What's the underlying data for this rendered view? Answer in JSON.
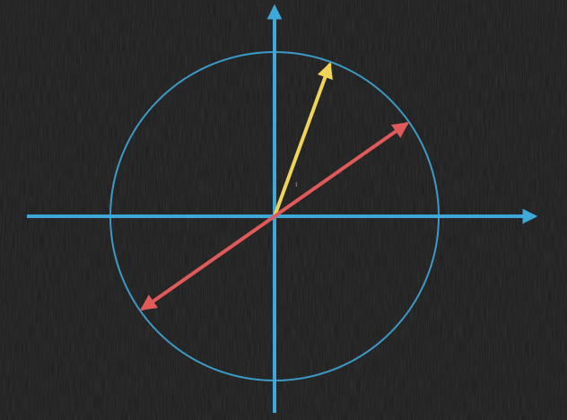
{
  "diagram": {
    "type": "unit-circle-vectors",
    "colors": {
      "background": "#1b1b1b",
      "axes": "#3ea8d8",
      "circle": "#3a9ac8",
      "vector_yellow": "#f2d35a",
      "vector_red": "#e05a5a"
    },
    "circle": {
      "radius": 1.0
    },
    "vectors": [
      {
        "id": "yellow",
        "color_key": "vector_yellow",
        "angle_deg": 70,
        "length": 0.98,
        "double_headed": false
      },
      {
        "id": "red",
        "color_key": "vector_red",
        "angle_deg": 35,
        "length": 0.98,
        "double_headed": true
      }
    ],
    "small_mark": {
      "text": "ı"
    }
  }
}
